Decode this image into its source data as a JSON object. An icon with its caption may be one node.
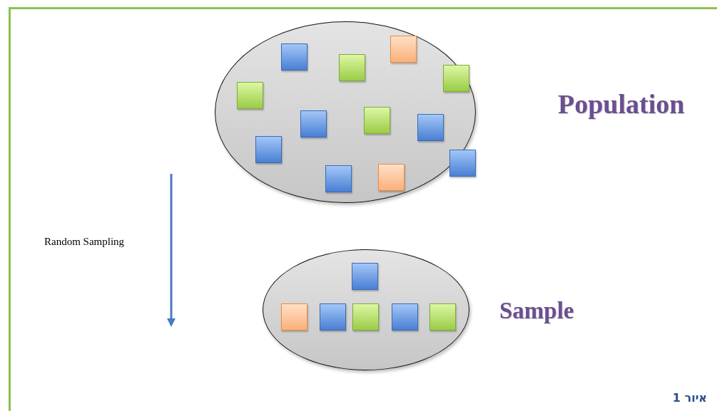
{
  "diagram": {
    "nodes": [
      {
        "text": [],
        "shape": "ellipse",
        "beside": [
          "Population"
        ]
      },
      {
        "text": [],
        "shape": "box",
        "in": 0
      },
      {
        "text": [],
        "shape": "box",
        "in": 0
      },
      {
        "text": [],
        "shape": "box",
        "in": 0
      },
      {
        "text": [],
        "shape": "box",
        "in": 0
      },
      {
        "text": [],
        "shape": "box",
        "in": 0
      },
      {
        "text": [],
        "shape": "box",
        "in": 0
      },
      {
        "text": [],
        "shape": "box",
        "in": 0
      },
      {
        "text": [],
        "shape": "box",
        "in": 0
      },
      {
        "text": [],
        "shape": "box",
        "in": 0
      },
      {
        "text": [],
        "shape": "box",
        "in": 0
      },
      {
        "text": [],
        "shape": "box",
        "in": 0
      },
      {
        "text": [],
        "shape": "box",
        "in": 0
      },
      {
        "text": [],
        "shape": "ellipse",
        "beside": [
          "Sample"
        ]
      },
      {
        "text": [],
        "shape": "box",
        "in": 13
      },
      {
        "text": [],
        "shape": "box",
        "in": 13
      },
      {
        "text": [],
        "shape": "box",
        "in": 13
      },
      {
        "text": [],
        "shape": "box",
        "in": 13
      },
      {
        "text": [],
        "shape": "box",
        "in": 13
      },
      {
        "text": [],
        "shape": "box",
        "in": 13
      }
    ],
    "edges": [],
    "labels": [
      "Random Sampling",
      "איור 1"
    ]
  }
}
